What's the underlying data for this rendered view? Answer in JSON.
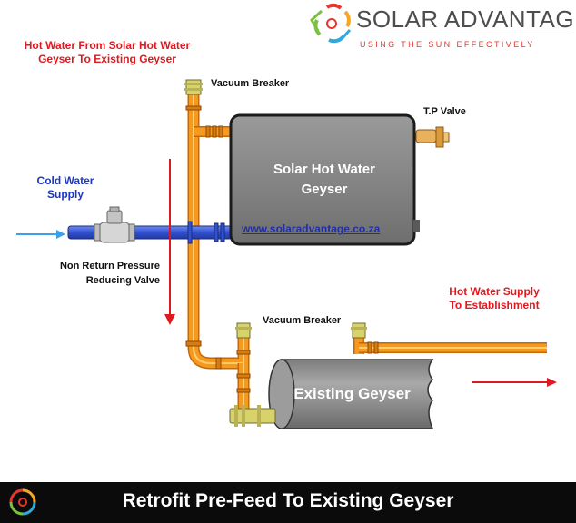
{
  "brand": {
    "name": "SOLAR ADVANTAGE",
    "tagline": "USING THE SUN EFFECTIVELY"
  },
  "labels": {
    "hot_water_from_solar": "Hot Water From Solar Hot Water\nGeyser To Existing Geyser",
    "vacuum_breaker_top": "Vacuum Breaker",
    "tp_valve": "T.P Valve",
    "cold_water_supply": "Cold Water\nSupply",
    "non_return_valve": "Non Return Pressure\nReducing Valve",
    "vacuum_breaker_bottom": "Vacuum Breaker",
    "hot_water_supply": "Hot Water Supply\nTo Establishment"
  },
  "solar_tank": {
    "title": "Solar Hot Water\nGeyser",
    "url": "www.solaradvantage.co.za"
  },
  "existing_tank": {
    "title": "Existing Geyser"
  },
  "footer": {
    "title": "Retrofit Pre-Feed To Existing Geyser"
  },
  "colors": {
    "hot_pipe": "#f59a1e",
    "cold_pipe": "#3c5bd6",
    "arrow_red": "#e0191f",
    "arrow_blue": "#3aa0ea",
    "tank": "#8a8a8a",
    "footer_bg": "#0b0b0b"
  }
}
